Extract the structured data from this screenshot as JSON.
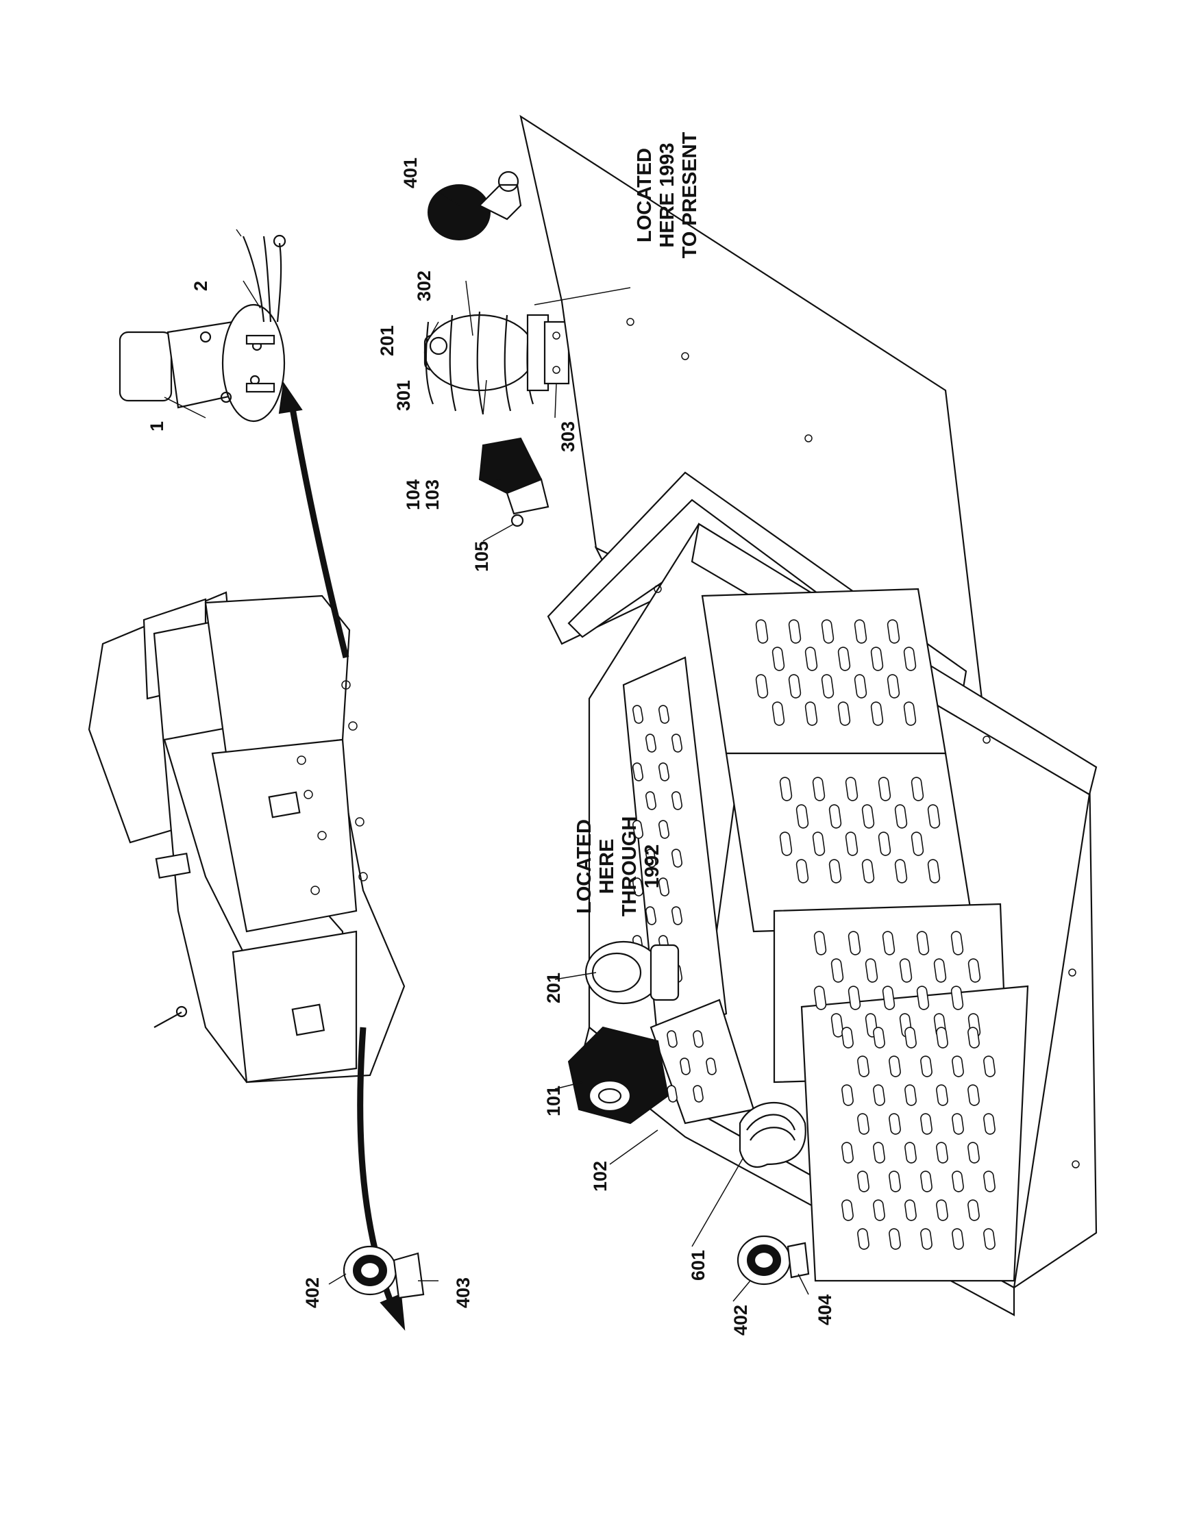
{
  "callouts": {
    "c1": "1",
    "c2": "2",
    "c401": "401",
    "c302": "302",
    "c201a": "201",
    "c301": "301",
    "c303": "303",
    "c104": "104",
    "c103": "103",
    "c105": "105",
    "c201b": "201",
    "c101": "101",
    "c102": "102",
    "c601": "601",
    "c402a": "402",
    "c403": "403",
    "c402b": "402",
    "c404": "404"
  },
  "notes": {
    "located_1993": [
      "LOCATED",
      "HERE 1993",
      "TO PRESENT"
    ],
    "located_1992": [
      "LOCATED",
      "HERE",
      "THROUGH",
      "1992"
    ]
  },
  "colors": {
    "ink": "#111111",
    "paper": "#ffffff"
  }
}
